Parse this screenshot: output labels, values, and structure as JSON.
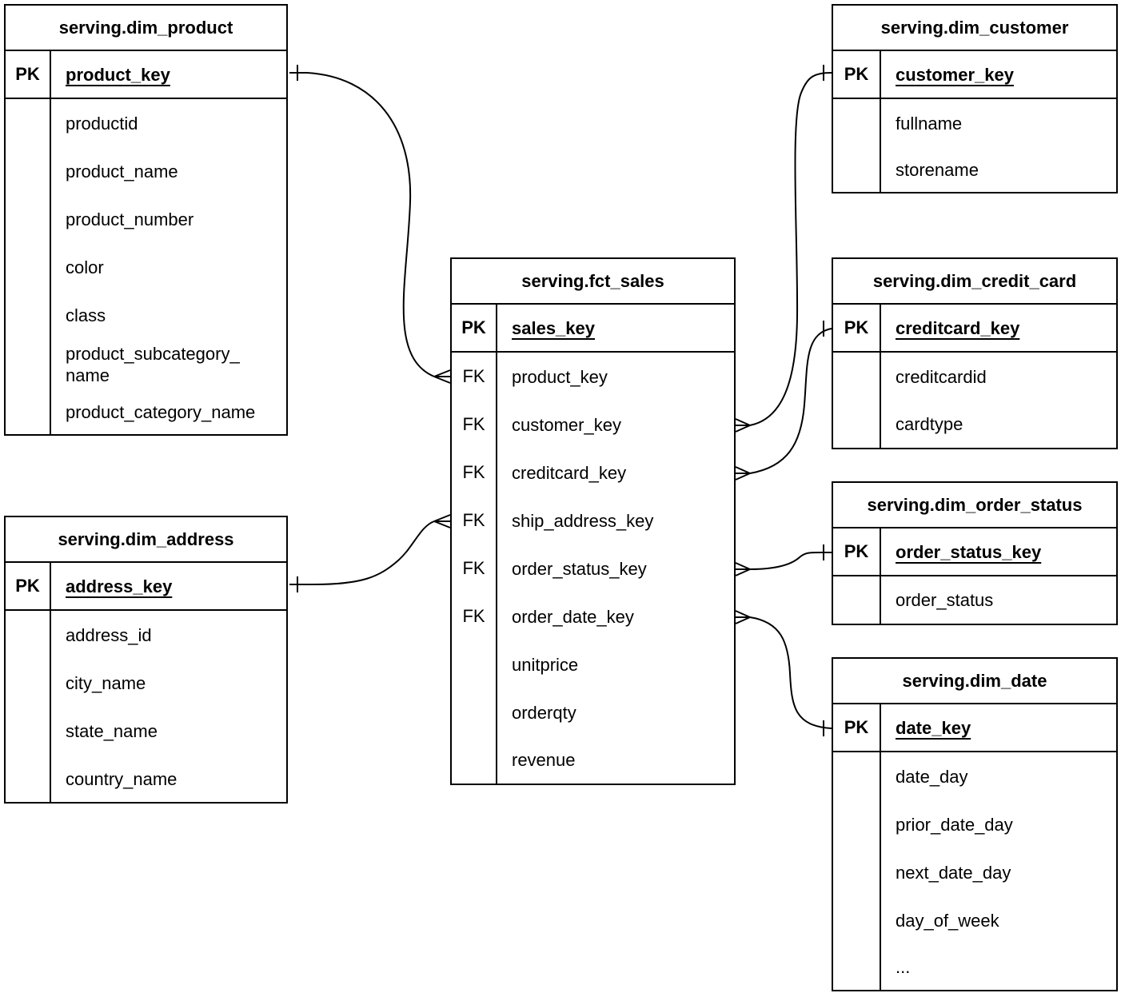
{
  "colors": {
    "line": "#000000",
    "text": "#000000",
    "background": "#ffffff"
  },
  "tables": [
    {
      "id": "dim_product",
      "title": "serving.dim_product",
      "pk": {
        "tag": "PK",
        "name": "product_key"
      },
      "fields": [
        {
          "tag": "",
          "name": "productid"
        },
        {
          "tag": "",
          "name": "product_name"
        },
        {
          "tag": "",
          "name": "product_number"
        },
        {
          "tag": "",
          "name": "color"
        },
        {
          "tag": "",
          "name": "class"
        },
        {
          "tag": "",
          "name": "product_subcategory_\nname"
        },
        {
          "tag": "",
          "name": "product_category_name"
        }
      ]
    },
    {
      "id": "fct_sales",
      "title": "serving.fct_sales",
      "pk": {
        "tag": "PK",
        "name": "sales_key"
      },
      "fields": [
        {
          "tag": "FK",
          "name": "product_key"
        },
        {
          "tag": "FK",
          "name": "customer_key"
        },
        {
          "tag": "FK",
          "name": "creditcard_key"
        },
        {
          "tag": "FK",
          "name": "ship_address_key"
        },
        {
          "tag": "FK",
          "name": "order_status_key"
        },
        {
          "tag": "FK",
          "name": "order_date_key"
        },
        {
          "tag": "",
          "name": "unitprice"
        },
        {
          "tag": "",
          "name": "orderqty"
        },
        {
          "tag": "",
          "name": "revenue"
        }
      ]
    },
    {
      "id": "dim_customer",
      "title": "serving.dim_customer",
      "pk": {
        "tag": "PK",
        "name": "customer_key"
      },
      "fields": [
        {
          "tag": "",
          "name": "fullname"
        },
        {
          "tag": "",
          "name": "storename"
        }
      ]
    },
    {
      "id": "dim_credit_card",
      "title": "serving.dim_credit_card",
      "pk": {
        "tag": "PK",
        "name": "creditcard_key"
      },
      "fields": [
        {
          "tag": "",
          "name": "creditcardid"
        },
        {
          "tag": "",
          "name": "cardtype"
        }
      ]
    },
    {
      "id": "dim_order_status",
      "title": "serving.dim_order_status",
      "pk": {
        "tag": "PK",
        "name": "order_status_key"
      },
      "fields": [
        {
          "tag": "",
          "name": "order_status"
        }
      ]
    },
    {
      "id": "dim_date",
      "title": "serving.dim_date",
      "pk": {
        "tag": "PK",
        "name": "date_key"
      },
      "fields": [
        {
          "tag": "",
          "name": "date_day"
        },
        {
          "tag": "",
          "name": "prior_date_day"
        },
        {
          "tag": "",
          "name": "next_date_day"
        },
        {
          "tag": "",
          "name": "day_of_week"
        },
        {
          "tag": "",
          "name": "..."
        }
      ]
    },
    {
      "id": "dim_address",
      "title": "serving.dim_address",
      "pk": {
        "tag": "PK",
        "name": "address_key"
      },
      "fields": [
        {
          "tag": "",
          "name": "address_id"
        },
        {
          "tag": "",
          "name": "city_name"
        },
        {
          "tag": "",
          "name": "state_name"
        },
        {
          "tag": "",
          "name": "country_name"
        }
      ]
    }
  ],
  "relationships": [
    {
      "from": "serving.fct_sales.product_key",
      "to": "serving.dim_product.product_key",
      "from_marker": "crow-foot-many",
      "to_marker": "one-tick"
    },
    {
      "from": "serving.fct_sales.customer_key",
      "to": "serving.dim_customer.customer_key",
      "from_marker": "crow-foot-many",
      "to_marker": "one-tick"
    },
    {
      "from": "serving.fct_sales.creditcard_key",
      "to": "serving.dim_credit_card.creditcard_key",
      "from_marker": "crow-foot-many",
      "to_marker": "one-tick"
    },
    {
      "from": "serving.fct_sales.ship_address_key",
      "to": "serving.dim_address.address_key",
      "from_marker": "crow-foot-many",
      "to_marker": "one-tick"
    },
    {
      "from": "serving.fct_sales.order_status_key",
      "to": "serving.dim_order_status.order_status_key",
      "from_marker": "crow-foot-many",
      "to_marker": "one-tick"
    },
    {
      "from": "serving.fct_sales.order_date_key",
      "to": "serving.dim_date.date_key",
      "from_marker": "crow-foot-many",
      "to_marker": "one-tick"
    }
  ]
}
